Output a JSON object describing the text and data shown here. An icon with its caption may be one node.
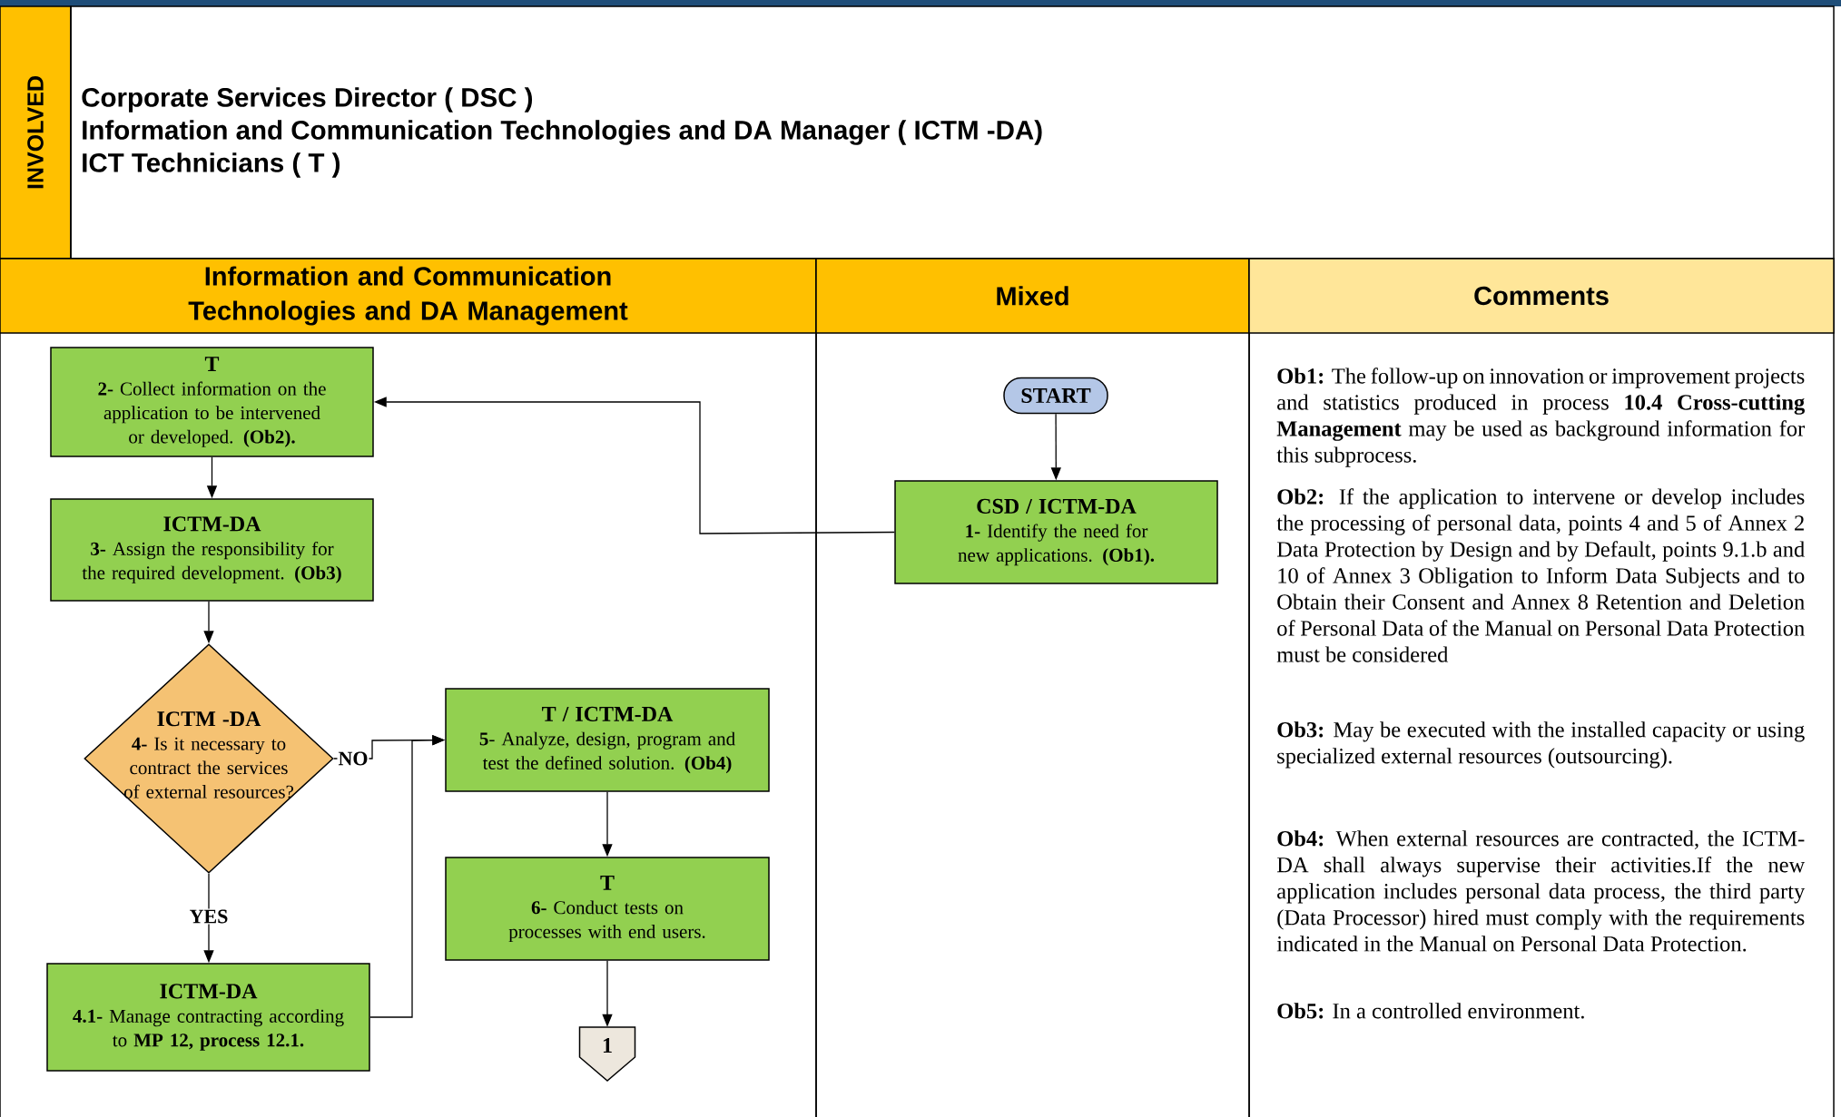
{
  "diagram": {
    "nodes": [
      {
        "text": [
          "INVOLVED"
        ]
      },
      {
        "text": [
          "Corporate Services Director ( DSC )",
          "Information and Communication Technologies and DA Manager ( ICTM -DA)",
          "ICT Technicians ( T )"
        ]
      },
      {
        "text": [
          "Information and Communication Technologies and DA Management"
        ]
      },
      {
        "text": [
          "Mixed"
        ]
      },
      {
        "text": [
          "Comments",
          "**Ob1:** The follow-up on innovation or improvement projects and statistics produced in process **10.4 Cross-cutting Management** may be used as background information for this subprocess.",
          "**Ob2:** If the application to intervene or develop includes the processing of personal data, points 4 and 5 of Annex 2 Data Protection by Design and by Default, points 9.1.b and 10 of Annex 3 Obligation to Inform Data Subjects and to Obtain their Consent and Annex 8 Retention and Deletion of Personal Data of the Manual on Personal Data Protection must be considered",
          "**Ob3:** May be executed with the installed capacity or using specialized external resources (outsourcing).",
          "**Ob4:** When external resources are contracted, the ICTM-DA shall always supervise their activities.If the new application includes personal data process, the third party (Data Processor) hired must comply with the requirements indicated in the Manual on Personal Data Protection.",
          "**Ob5:** In a controlled environment."
        ]
      },
      {
        "text": [
          "START"
        ],
        "in": 3
      },
      {
        "text": [
          "CSD / ICTM-DA",
          "**1-** Identify the need for new applications. **(Ob1).**"
        ],
        "in": 3
      },
      {
        "text": [
          "T",
          "**2-** Collect information on the application to be intervened or developed. **(Ob2).**"
        ],
        "in": 2
      },
      {
        "text": [
          "ICTM-DA",
          "**3-** Assign the responsibility for the required development. **(Ob3)**"
        ],
        "in": 2
      },
      {
        "text": [
          "ICTM -DA",
          "**4-** Is it necessary to contract the services of external resources?"
        ],
        "in": 2
      },
      {
        "text": [
          "ICTM-DA",
          "**4.1-** Manage contracting according to **MP 12, process 12.1.**"
        ],
        "in": 2
      },
      {
        "text": [
          "T / ICTM-DA",
          "**5**- Analyze, design, program and test the defined solution. **(Ob4)**"
        ],
        "in": 2
      },
      {
        "text": [
          "T",
          "**6-** Conduct tests on processes with end users."
        ],
        "in": 2
      },
      {
        "text": [
          "1"
        ],
        "in": 2
      }
    ],
    "edges": [
      {
        "from": 5,
        "to": 6,
        "arrow": "to"
      },
      {
        "from": 6,
        "to": 7,
        "arrow": "to"
      },
      {
        "from": 7,
        "to": 8,
        "arrow": "to"
      },
      {
        "from": 8,
        "to": 9,
        "arrow": "to"
      },
      {
        "from": 9,
        "to": 11,
        "arrow": "to",
        "label": "NO"
      },
      {
        "from": 9,
        "to": 10,
        "arrow": "to",
        "label": "YES"
      },
      {
        "from": 10,
        "to": 11,
        "arrow": "to"
      },
      {
        "from": 11,
        "to": 12,
        "arrow": "to"
      },
      {
        "from": 12,
        "to": 13,
        "arrow": "to"
      }
    ]
  }
}
